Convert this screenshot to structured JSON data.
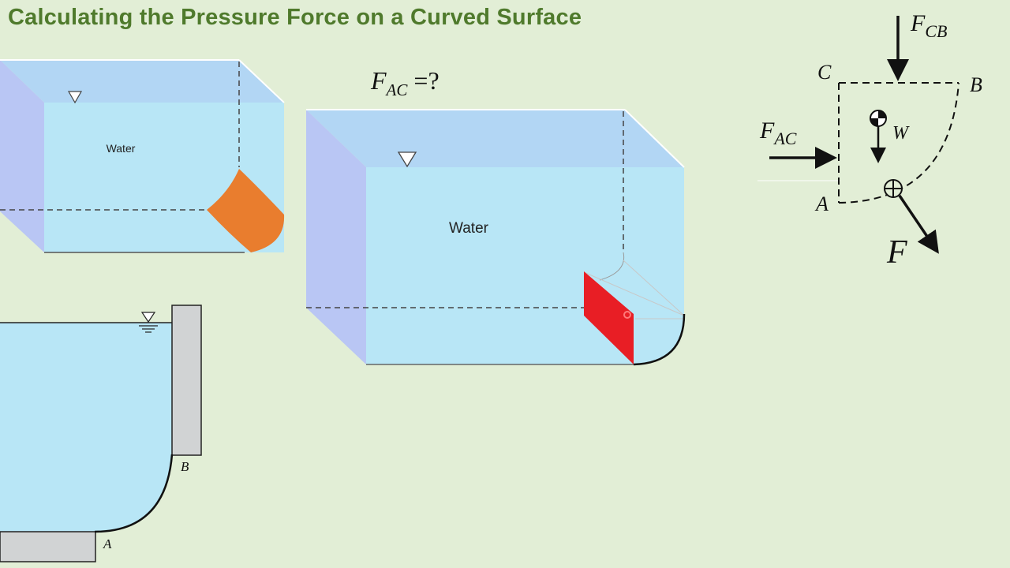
{
  "title": "Calculating the Pressure Force on a Curved Surface",
  "question": {
    "symbol": "F",
    "subscript": "AC",
    "suffix": " =?"
  },
  "small_tank": {
    "label": "Water"
  },
  "main_tank": {
    "label": "Water"
  },
  "cross_section": {
    "label_a": "A",
    "label_b": "B"
  },
  "free_body": {
    "label_c": "C",
    "label_b": "B",
    "label_a": "A",
    "weight": "W",
    "force_cb": {
      "symbol": "F",
      "subscript": "CB"
    },
    "force_ac": {
      "symbol": "F",
      "subscript": "AC"
    },
    "force_result": "F"
  },
  "colors": {
    "background": "#e2eed6",
    "title": "#4f7a2c",
    "water": "#b8e6f6",
    "water_top": "#b2d6f4",
    "water_side": "#b9c6f4",
    "gate_orange": "#e97d2e",
    "gate_red": "#e81e25",
    "wall_gray": "#d1d3d4"
  }
}
